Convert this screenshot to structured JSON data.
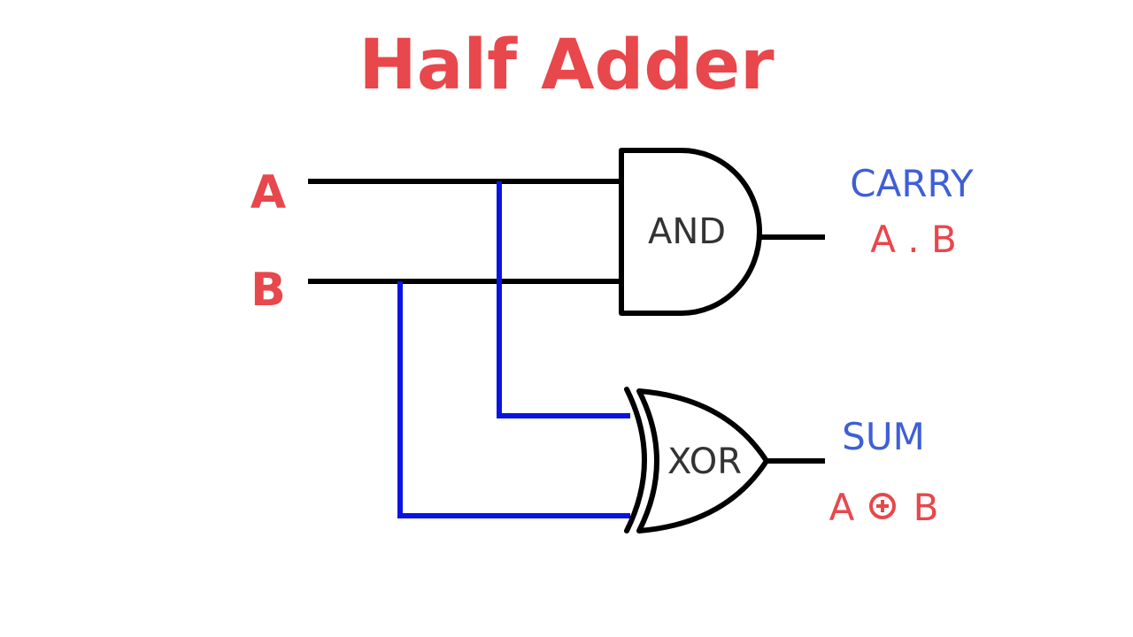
{
  "title": "Half Adder",
  "inputs": {
    "a": "A",
    "b": "B"
  },
  "gates": {
    "and": "AND",
    "xor": "XOR"
  },
  "outputs": {
    "carry": {
      "label": "CARRY",
      "expression": "A . B"
    },
    "sum": {
      "label": "SUM",
      "expression_left": "A",
      "expression_right": "B"
    }
  },
  "colors": {
    "title": "#e8474c",
    "input_label": "#e8474c",
    "output_label": "#3f5fd6",
    "expression": "#e8474c",
    "wire_main": "#000000",
    "wire_branch": "#0a14e0",
    "gate_stroke": "#000000",
    "gate_text": "#333333",
    "background": "#ffffff"
  },
  "icons": {
    "xor_symbol": "circled-plus-icon"
  }
}
